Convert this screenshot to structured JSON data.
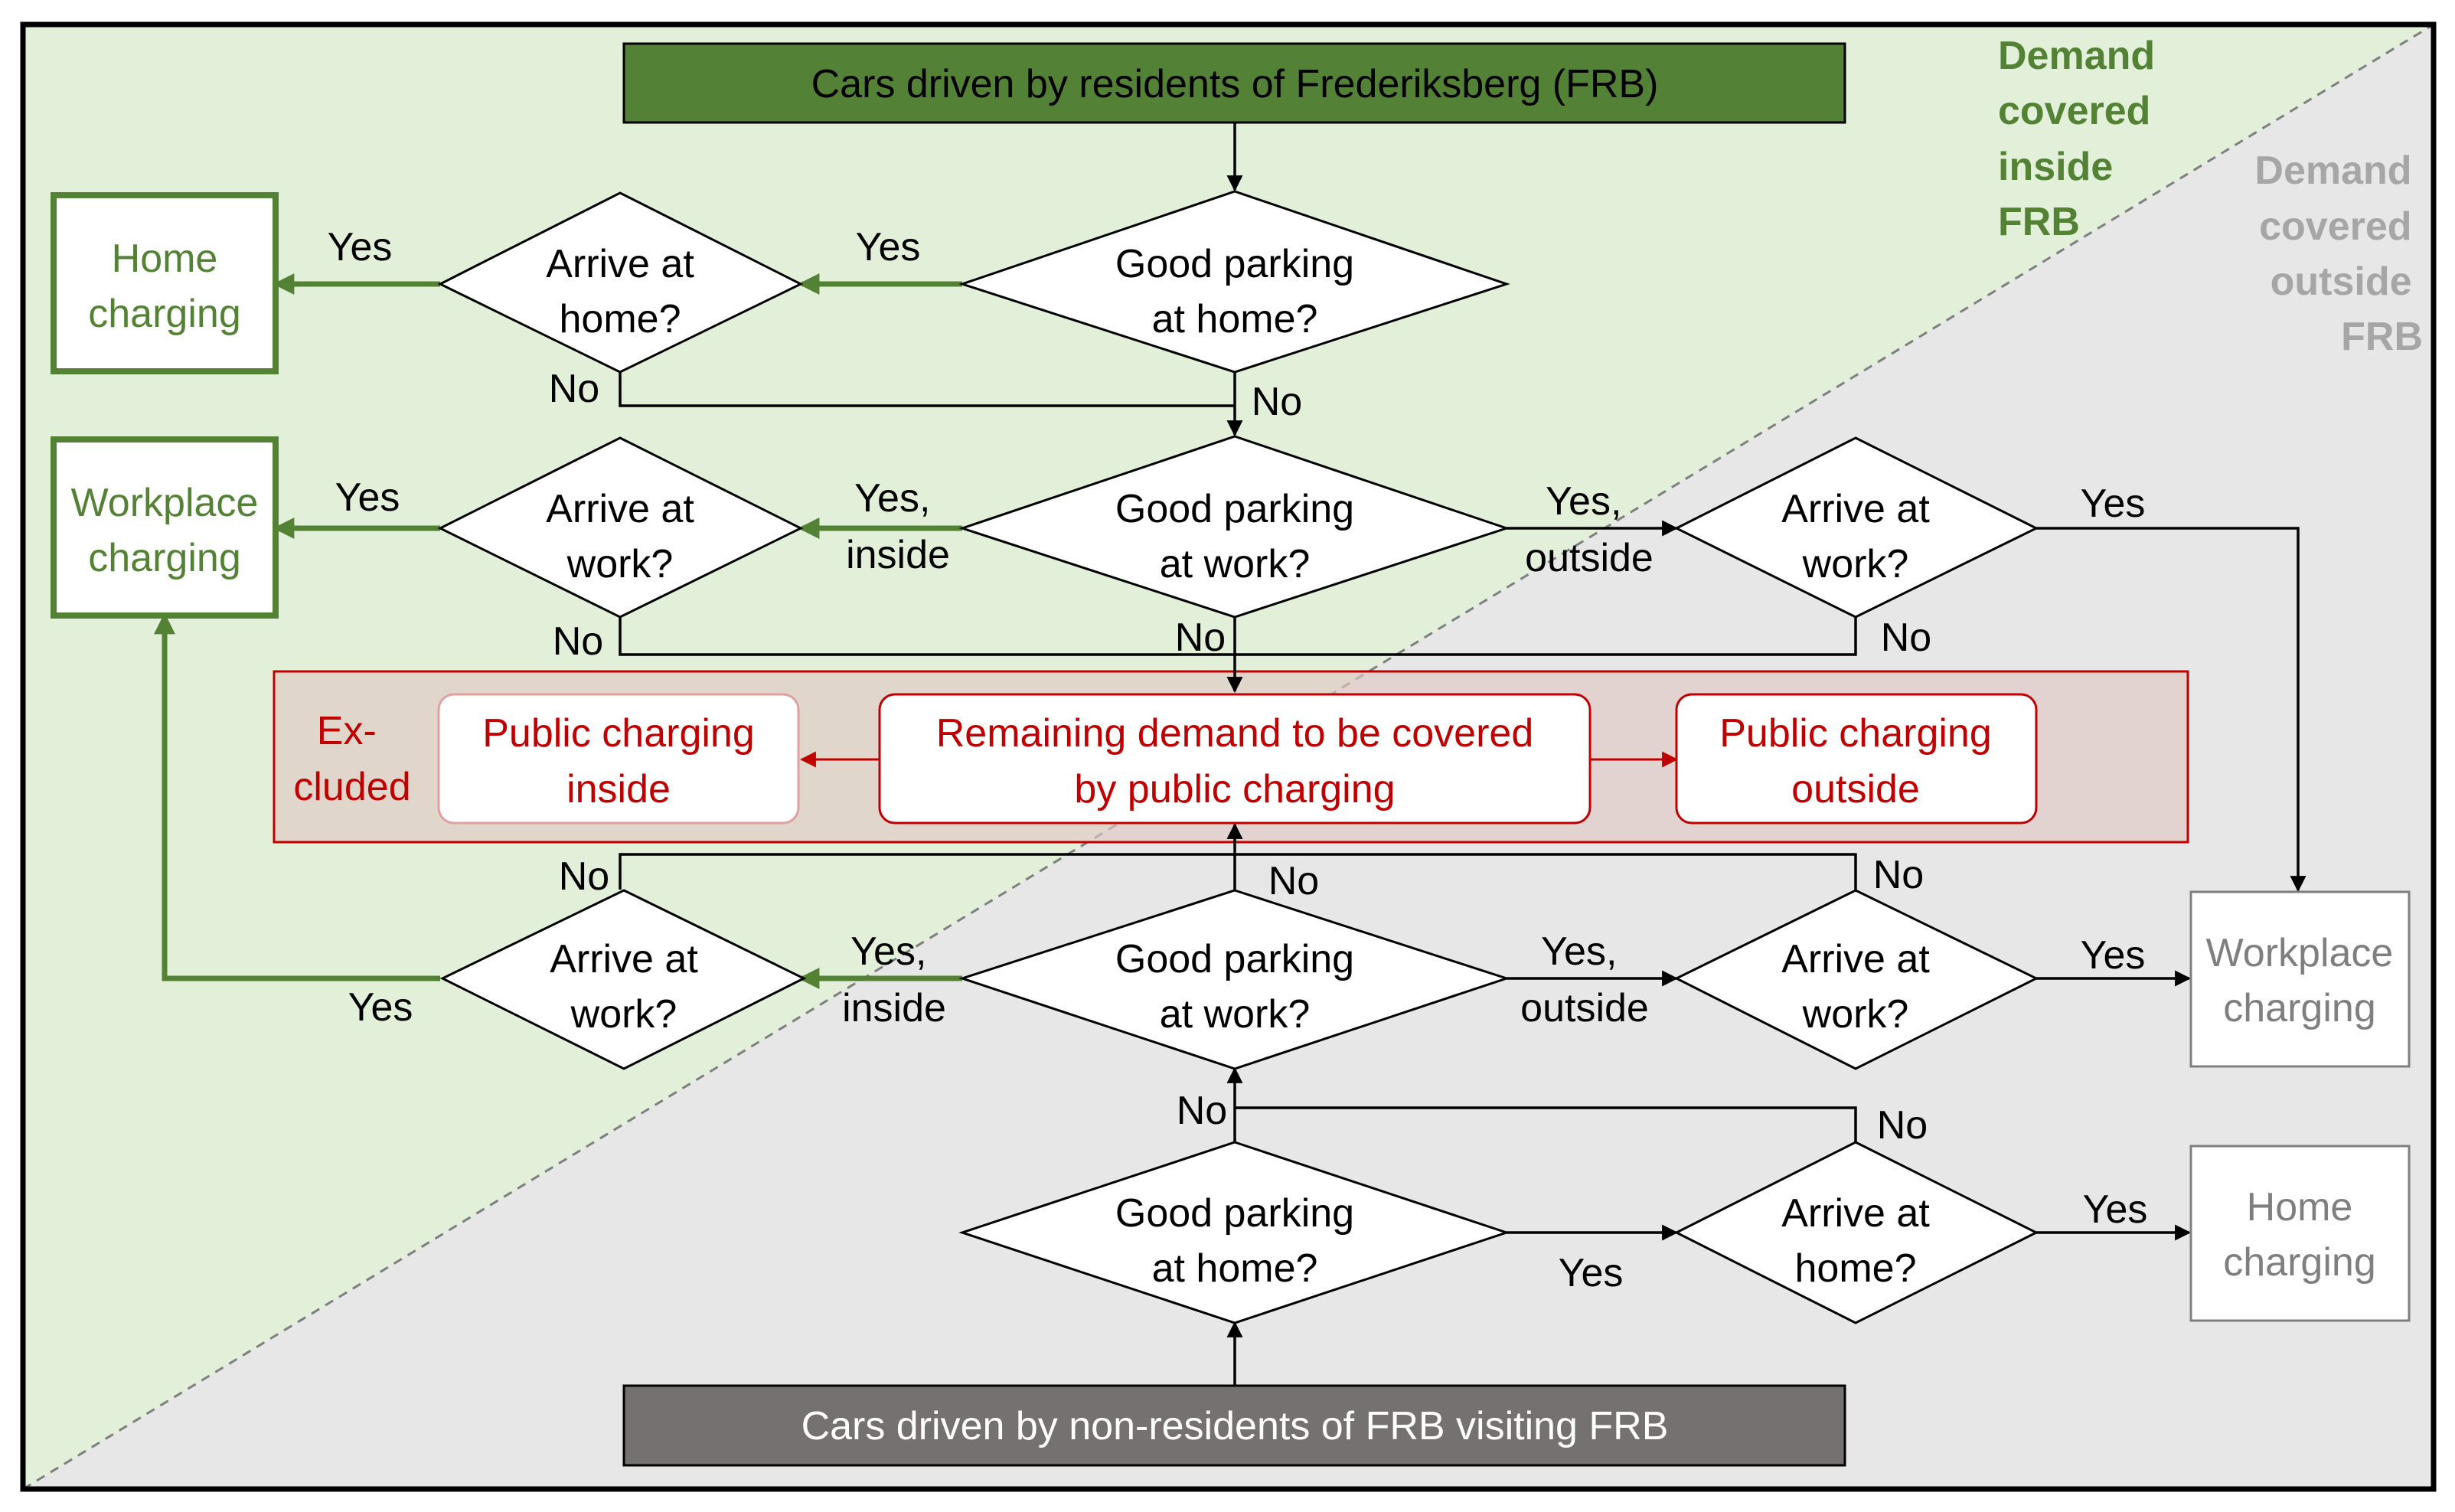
{
  "colors": {
    "green_region": "#e2efd9",
    "gray_region": "#e7e7e7",
    "green_dark": "#548235",
    "green_header": "#538135",
    "gray_header": "#767171",
    "red": "#c00000",
    "excluded_fill": "#e0c8c3"
  },
  "regions": {
    "inside_label": [
      "Demand",
      "covered",
      "inside",
      "FRB"
    ],
    "outside_label": [
      "Demand",
      "covered",
      "outside",
      "FRB"
    ]
  },
  "headers": {
    "residents": "Cars driven by residents of Frederiksberg (FRB)",
    "nonresidents": "Cars driven by non-residents of FRB visiting FRB"
  },
  "diamonds": {
    "res_good_home": [
      "Good parking",
      "at home?"
    ],
    "res_arrive_home": [
      "Arrive at",
      "home?"
    ],
    "res_good_work": [
      "Good parking",
      "at work?"
    ],
    "res_arrive_work_in": [
      "Arrive at",
      "work?"
    ],
    "res_arrive_work_out": [
      "Arrive at",
      "work?"
    ],
    "non_good_work": [
      "Good parking",
      "at work?"
    ],
    "non_arrive_work_in": [
      "Arrive at",
      "work?"
    ],
    "non_arrive_work_out": [
      "Arrive at",
      "work?"
    ],
    "non_good_home": [
      "Good parking",
      "at home?"
    ],
    "non_arrive_home": [
      "Arrive at",
      "home?"
    ]
  },
  "outcomes": {
    "home_inside": [
      "Home",
      "charging"
    ],
    "work_inside": [
      "Workplace",
      "charging"
    ],
    "work_outside": [
      "Workplace",
      "charging"
    ],
    "home_outside": [
      "Home",
      "charging"
    ]
  },
  "public": {
    "excluded": [
      "Ex-",
      "cluded"
    ],
    "inside": [
      "Public charging",
      "inside"
    ],
    "remaining": [
      "Remaining demand to be covered",
      "by public charging"
    ],
    "outside": [
      "Public charging",
      "outside"
    ]
  },
  "edge_labels": {
    "yes": "Yes",
    "no": "No",
    "yes_inside": [
      "Yes,",
      "inside"
    ],
    "yes_outside": [
      "Yes,",
      "outside"
    ]
  }
}
